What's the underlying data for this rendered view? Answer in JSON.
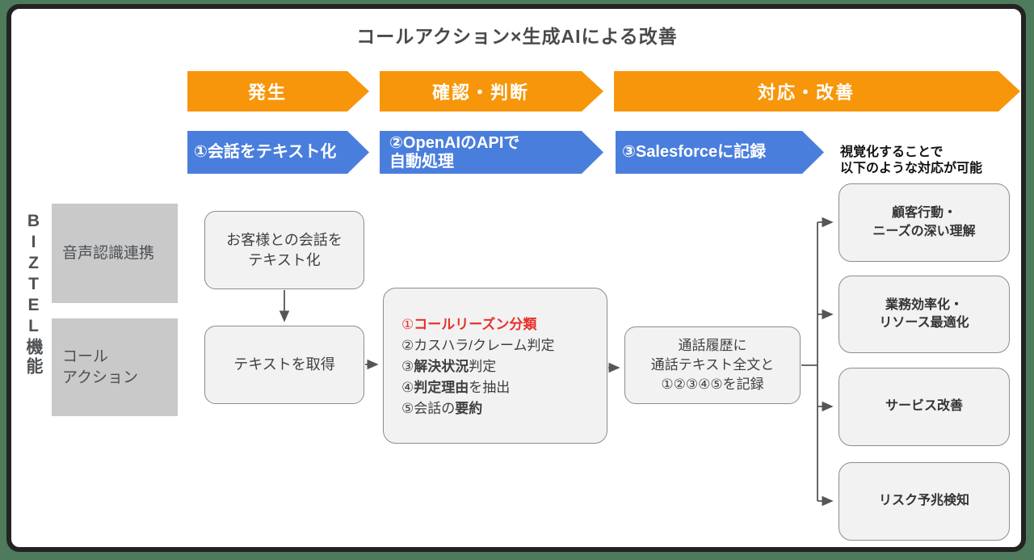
{
  "colors": {
    "page_background": "#4e7b5b",
    "frame_border": "#232323",
    "phase_arrow": "#F7960A",
    "step_arrow": "#4A7EDD",
    "highlight_red": "#E8312A",
    "box_fill": "#F2F2F2",
    "box_border": "#8C8C8C",
    "feature_fill": "#C9C9C9",
    "connector": "#565656",
    "text_dark": "#404040"
  },
  "title": "コールアクション×生成AIによる改善",
  "phases": [
    {
      "label": "発生"
    },
    {
      "label": "確認・判断"
    },
    {
      "label": "対応・改善"
    }
  ],
  "steps": [
    {
      "label": "①会話をテキスト化"
    },
    {
      "label": "②OpenAIのAPIで\n自動処理"
    },
    {
      "label": "③Salesforceに記録"
    }
  ],
  "note": "視覚化することで\n以下のような対応が可能",
  "left_rail": {
    "vertical_label": "BIZTEL機能",
    "features": [
      {
        "label": "音声認識連携"
      },
      {
        "label": "コール\nアクション"
      }
    ]
  },
  "flow": {
    "textize_box": "お客様との会話を\nテキスト化",
    "get_text_box": "テキストを取得",
    "process_box": {
      "items": [
        {
          "color": "#E8312A",
          "segments": [
            {
              "text": "①",
              "bold": false
            },
            {
              "text": "コールリーズン分類",
              "bold": true
            }
          ]
        },
        {
          "segments": [
            {
              "text": "②カスハラ/クレーム判定",
              "bold": false
            }
          ]
        },
        {
          "segments": [
            {
              "text": "③",
              "bold": false
            },
            {
              "text": "解決状況",
              "bold": true
            },
            {
              "text": "判定",
              "bold": false
            }
          ]
        },
        {
          "segments": [
            {
              "text": "④",
              "bold": false
            },
            {
              "text": "判定理由",
              "bold": true
            },
            {
              "text": "を抽出",
              "bold": false
            }
          ]
        },
        {
          "segments": [
            {
              "text": "⑤会話の",
              "bold": false
            },
            {
              "text": "要約",
              "bold": true
            }
          ]
        }
      ]
    },
    "record_box": "通話履歴に\n通話テキスト全文と\n①②③④⑤を記録",
    "outcomes": [
      {
        "label": "顧客行動・\nニーズの深い理解"
      },
      {
        "label": "業務効率化・\nリソース最適化"
      },
      {
        "label": "サービス改善"
      },
      {
        "label": "リスク予兆検知"
      }
    ]
  }
}
